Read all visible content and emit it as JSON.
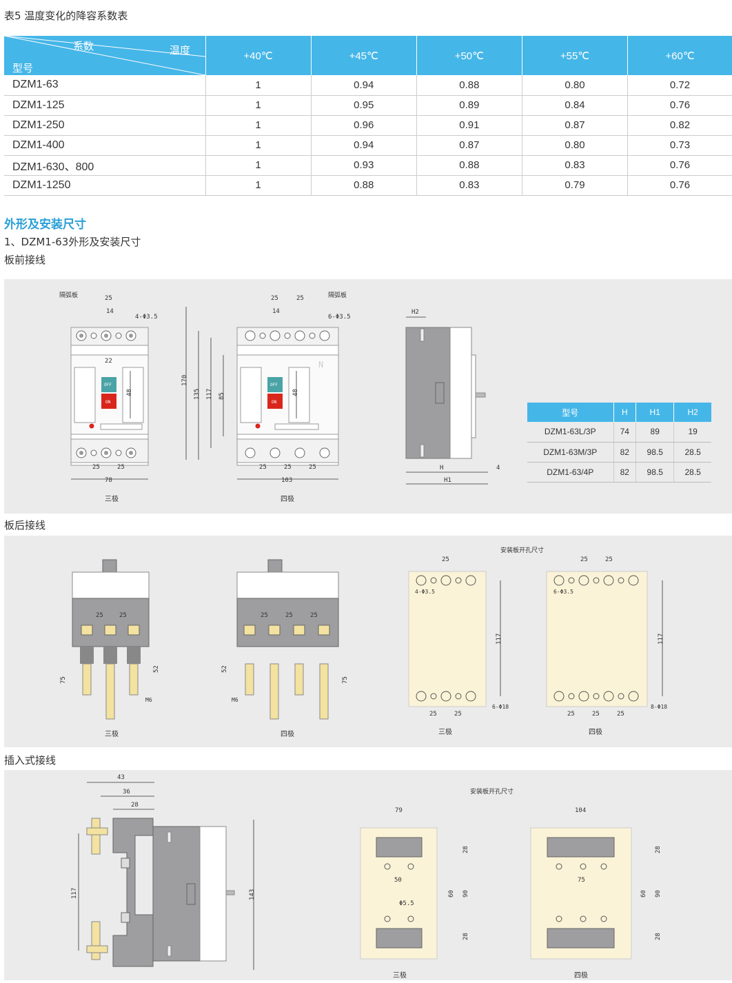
{
  "caption": "表5 温度变化的降容系数表",
  "derate_table": {
    "corner_top": "系数",
    "corner_mid": "温度",
    "corner_bottom": "型号",
    "temps": [
      "+40℃",
      "+45℃",
      "+50℃",
      "+55℃",
      "+60℃"
    ],
    "rows": [
      {
        "model": "DZM1-63",
        "v": [
          "1",
          "0.94",
          "0.88",
          "0.80",
          "0.72"
        ]
      },
      {
        "model": "DZM1-125",
        "v": [
          "1",
          "0.95",
          "0.89",
          "0.84",
          "0.76"
        ]
      },
      {
        "model": "DZM1-250",
        "v": [
          "1",
          "0.96",
          "0.91",
          "0.87",
          "0.82"
        ]
      },
      {
        "model": "DZM1-400",
        "v": [
          "1",
          "0.94",
          "0.87",
          "0.80",
          "0.73"
        ]
      },
      {
        "model": "DZM1-630、800",
        "v": [
          "1",
          "0.93",
          "0.88",
          "0.83",
          "0.76"
        ]
      },
      {
        "model": "DZM1-1250",
        "v": [
          "1",
          "0.88",
          "0.83",
          "0.79",
          "0.76"
        ]
      }
    ]
  },
  "section_title": "外形及安装尺寸",
  "subtitle1": "1、DZM1-63外形及安装尺寸",
  "subtitle2": "板前接线",
  "label_rear": "板后接线",
  "label_plugin": "插入式接线",
  "front": {
    "arc_barrier": "隔弧板",
    "dim25": "25",
    "dim14": "14",
    "hole3": "4-Φ3.5",
    "hole4": "6-Φ3.5",
    "dim22": "22",
    "dim48": "48",
    "dim78": "78",
    "dim103": "103",
    "dim170": "170",
    "dim135": "135",
    "dim117": "117",
    "dim85": "85",
    "off": "OFF",
    "on": "ON",
    "n": "N",
    "three_pole": "三极",
    "four_pole": "四极",
    "H": "H",
    "H1": "H1",
    "H2": "H2",
    "dim4": "4"
  },
  "dim_table": {
    "headers": [
      "型号",
      "H",
      "H1",
      "H2"
    ],
    "rows": [
      [
        "DZM1-63L/3P",
        "74",
        "89",
        "19"
      ],
      [
        "DZM1-63M/3P",
        "82",
        "98.5",
        "28.5"
      ],
      [
        "DZM1-63/4P",
        "82",
        "98.5",
        "28.5"
      ]
    ]
  },
  "rear": {
    "cutout_title": "安装板开孔尺寸",
    "dim25": "25",
    "dim52": "52",
    "dim75": "75",
    "m6": "M6",
    "dim117": "117",
    "hole3": "4-Φ3.5",
    "hole4": "6-Φ3.5",
    "big3": "6-Φ18",
    "big4": "8-Φ18",
    "three_pole": "三极",
    "four_pole": "四极"
  },
  "plugin": {
    "cutout_title": "安装板开孔尺寸",
    "dim43": "43",
    "dim36": "36",
    "dim28": "28",
    "dim117": "117",
    "dim143": "143",
    "dim79": "79",
    "dim104": "104",
    "dim50": "50",
    "dim75": "75",
    "dim60": "60",
    "dim90": "90",
    "hole55": "Φ5.5",
    "three_pole": "三极",
    "four_pole": "四极"
  }
}
